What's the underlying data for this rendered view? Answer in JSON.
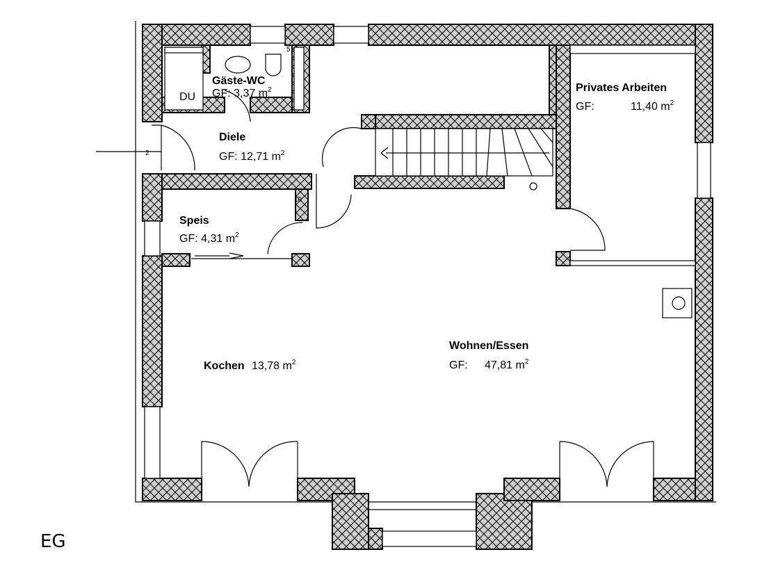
{
  "plan": {
    "level": "EG",
    "rooms": [
      {
        "name": "Gäste-WC",
        "area_label": "GF: 3,37 m",
        "sup": "2"
      },
      {
        "name": "Diele",
        "area_label": "GF: 12,71 m",
        "sup": "2"
      },
      {
        "name": "Speis",
        "area_label": "GF: 4,31 m",
        "sup": "2"
      },
      {
        "name": "Privates Arbeiten",
        "area_prefix": "GF:",
        "area_label": "11,40 m",
        "sup": "2"
      },
      {
        "name": "Kochen",
        "area_label": "13,78 m",
        "sup": "2"
      },
      {
        "name": "Wohnen/Essen",
        "area_prefix": "GF:",
        "area_label": "47,81 m",
        "sup": "2"
      }
    ],
    "shower_label": "DU",
    "dims": {
      "entry": "2",
      "speis_wall": "10",
      "wc_wall": "5"
    }
  }
}
